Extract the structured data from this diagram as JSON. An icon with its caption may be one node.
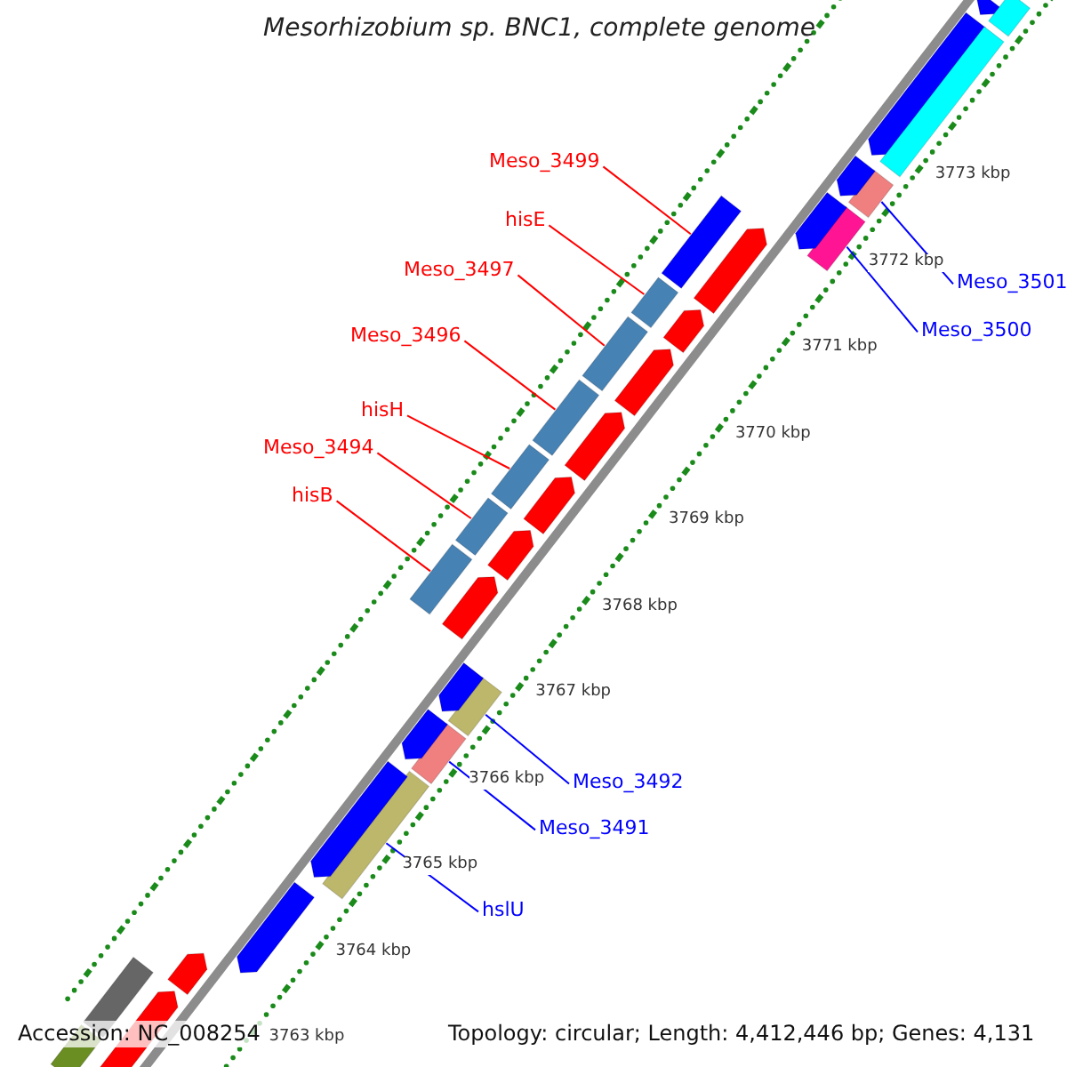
{
  "diagram": {
    "title": "Mesorhizobium sp. BNC1, complete genome",
    "nodes": [
      {
        "text": [
          "Meso_3499"
        ]
      },
      {
        "text": [
          "hisE"
        ]
      },
      {
        "text": [
          "Meso_3497"
        ]
      },
      {
        "text": [
          "Meso_3496"
        ]
      },
      {
        "text": [
          "hisH"
        ]
      },
      {
        "text": [
          "Meso_3494"
        ]
      },
      {
        "text": [
          "hisB"
        ]
      },
      {
        "text": [
          "Meso_3501"
        ]
      },
      {
        "text": [
          "Meso_3500"
        ]
      },
      {
        "text": [
          "Meso_3492"
        ]
      },
      {
        "text": [
          "Meso_3491"
        ]
      },
      {
        "text": [
          "hslU"
        ]
      },
      {
        "text": [],
        "shape": "bar"
      },
      {
        "text": [],
        "shape": "bar"
      },
      {
        "text": [],
        "shape": "bar"
      },
      {
        "text": [],
        "shape": "bar"
      },
      {
        "text": [],
        "shape": "bar"
      },
      {
        "text": [],
        "shape": "bar"
      },
      {
        "text": [],
        "shape": "bar"
      },
      {
        "text": [],
        "shape": "bar"
      },
      {
        "text": [],
        "shape": "bar"
      },
      {
        "text": [],
        "shape": "bar"
      },
      {
        "text": [],
        "shape": "bar"
      },
      {
        "text": [],
        "shape": "bar"
      },
      {
        "text": [],
        "shape": "arrow"
      },
      {
        "text": [],
        "shape": "arrow"
      },
      {
        "text": [],
        "shape": "arrow"
      },
      {
        "text": [],
        "shape": "arrow"
      },
      {
        "text": [],
        "shape": "arrow"
      },
      {
        "text": [],
        "shape": "arrow"
      },
      {
        "text": [],
        "shape": "arrow"
      },
      {
        "text": [],
        "shape": "arrow"
      },
      {
        "text": [],
        "shape": "arrow"
      },
      {
        "text": [],
        "shape": "arrow"
      },
      {
        "text": [],
        "shape": "arrow"
      },
      {
        "text": [],
        "shape": "arrow"
      },
      {
        "text": [],
        "shape": "bar"
      },
      {
        "text": [],
        "shape": "bar"
      },
      {
        "text": [],
        "shape": "arrow"
      },
      {
        "text": [],
        "shape": "arrow"
      },
      {
        "text": [],
        "shape": "arrow"
      },
      {
        "text": [],
        "shape": "arrow"
      },
      {
        "text": [],
        "shape": "arrow"
      },
      {
        "text": [],
        "shape": "bar"
      },
      {
        "text": [],
        "shape": "bar"
      }
    ],
    "edges": [
      {
        "from": 0,
        "to": 12,
        "arrow": "none"
      },
      {
        "from": 1,
        "to": 13,
        "arrow": "none"
      },
      {
        "from": 2,
        "to": 14,
        "arrow": "none"
      },
      {
        "from": 3,
        "to": 15,
        "arrow": "none"
      },
      {
        "from": 4,
        "to": 16,
        "arrow": "none"
      },
      {
        "from": 5,
        "to": 17,
        "arrow": "none"
      },
      {
        "from": 6,
        "to": 18,
        "arrow": "none"
      },
      {
        "from": 7,
        "to": 19,
        "arrow": "none",
        "color": "#0000ff"
      },
      {
        "from": 8,
        "to": 20,
        "arrow": "none",
        "color": "#0000ff"
      },
      {
        "from": 9,
        "to": 21,
        "arrow": "none",
        "color": "#0000ff"
      },
      {
        "from": 10,
        "to": 22,
        "arrow": "none",
        "color": "#0000ff"
      },
      {
        "from": 11,
        "to": 23,
        "arrow": "none",
        "color": "#0000ff"
      }
    ],
    "labels": [
      "3773 kbp",
      "3772 kbp",
      "3771 kbp",
      "3770 kbp",
      "3769 kbp",
      "3768 kbp",
      "3767 kbp",
      "3766 kbp",
      "3765 kbp",
      "3764 kbp",
      "3763 kbp",
      "Accession: NC_008254",
      "Topology: circular; Length: 4,412,446 bp; Genes: 4,131"
    ]
  }
}
